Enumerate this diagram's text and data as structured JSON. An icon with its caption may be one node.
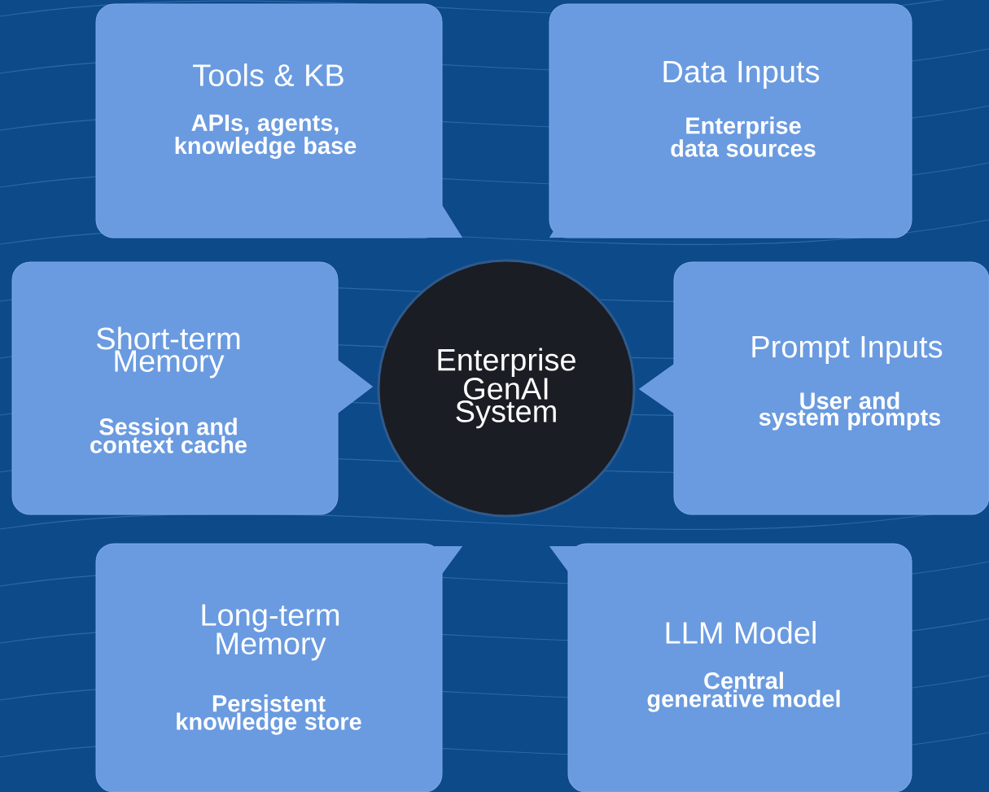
{
  "diagram": {
    "nodes": [
      {
        "text": [
          "Tools & KB",
          "APIs, agents, knowledge base"
        ]
      },
      {
        "text": [
          "Data Inputs",
          "Enterprise data sources"
        ]
      },
      {
        "text": [
          "Short-term Memory",
          "Session and context cache"
        ]
      },
      {
        "text": [
          "Enterprise GenAI System"
        ]
      },
      {
        "text": [
          "Prompt Inputs",
          "User and system prompts"
        ]
      },
      {
        "text": [
          "Long-term Memory",
          "Persistent knowledge store"
        ]
      },
      {
        "text": [
          "LLM Model",
          "Central generative model"
        ]
      }
    ]
  }
}
